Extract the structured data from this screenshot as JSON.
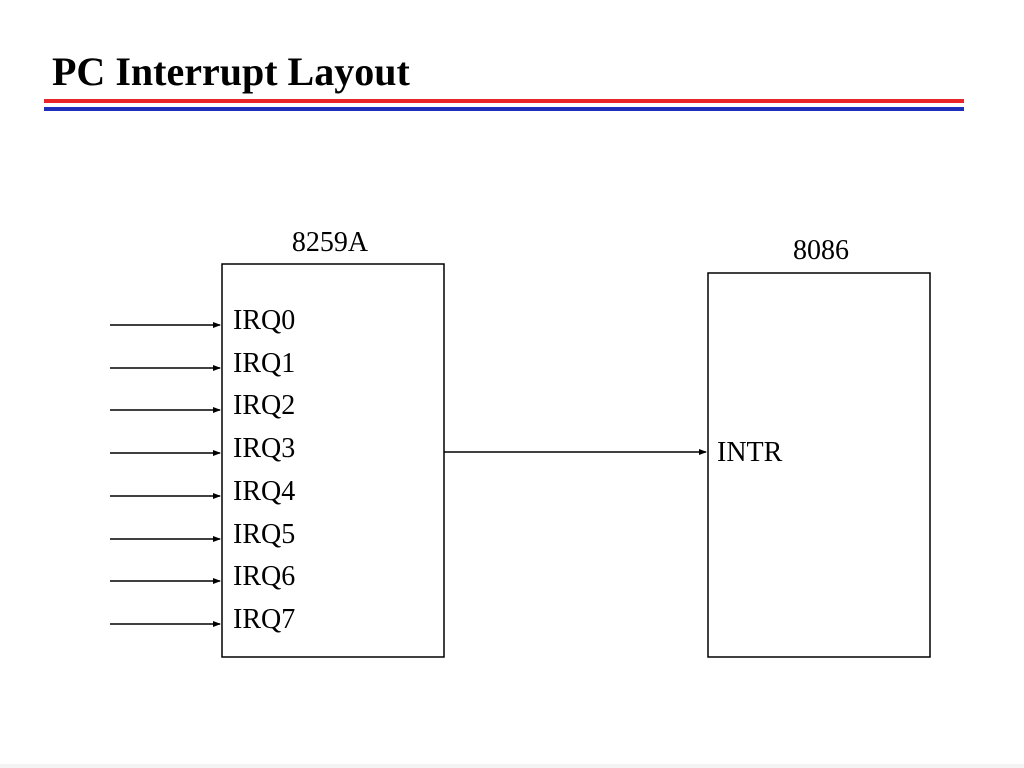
{
  "slide": {
    "title": "PC Interrupt Layout",
    "rule_colors": {
      "top": "#e8262a",
      "bottom": "#1f2fb8"
    }
  },
  "pic": {
    "label": "8259A",
    "inputs": [
      "IRQ0",
      "IRQ1",
      "IRQ2",
      "IRQ3",
      "IRQ4",
      "IRQ5",
      "IRQ6",
      "IRQ7"
    ]
  },
  "cpu": {
    "label": "8086",
    "input": "INTR"
  }
}
